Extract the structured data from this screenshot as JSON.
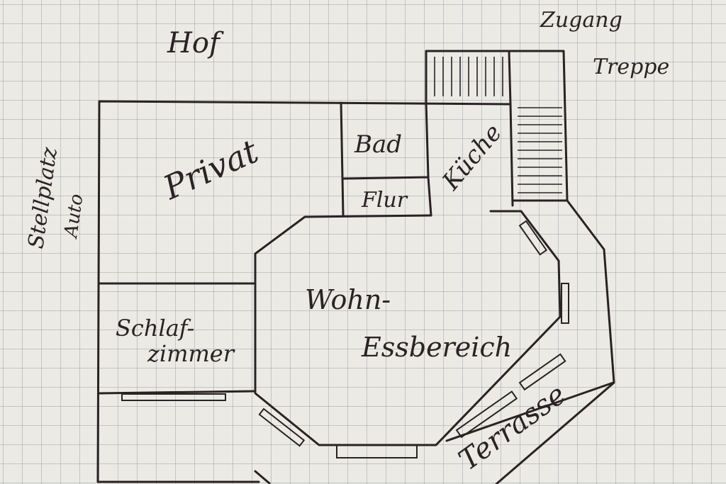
{
  "labels": {
    "hof": "Hof",
    "zugang": "Zugang",
    "treppe": "Treppe",
    "stellplatz": "Stellplatz",
    "auto": "Auto",
    "privat": "Privat",
    "bad": "Bad",
    "flur": "Flur",
    "kueche": "Küche",
    "wohn": "Wohn-",
    "essbereich": "Essbereich",
    "schlaf": "Schlaf-",
    "zimmer": "zimmer",
    "terrasse": "Terrasse"
  },
  "colors": {
    "ink": "#2a2224",
    "paper": "#ebeae5",
    "grid": "#7a8289"
  }
}
